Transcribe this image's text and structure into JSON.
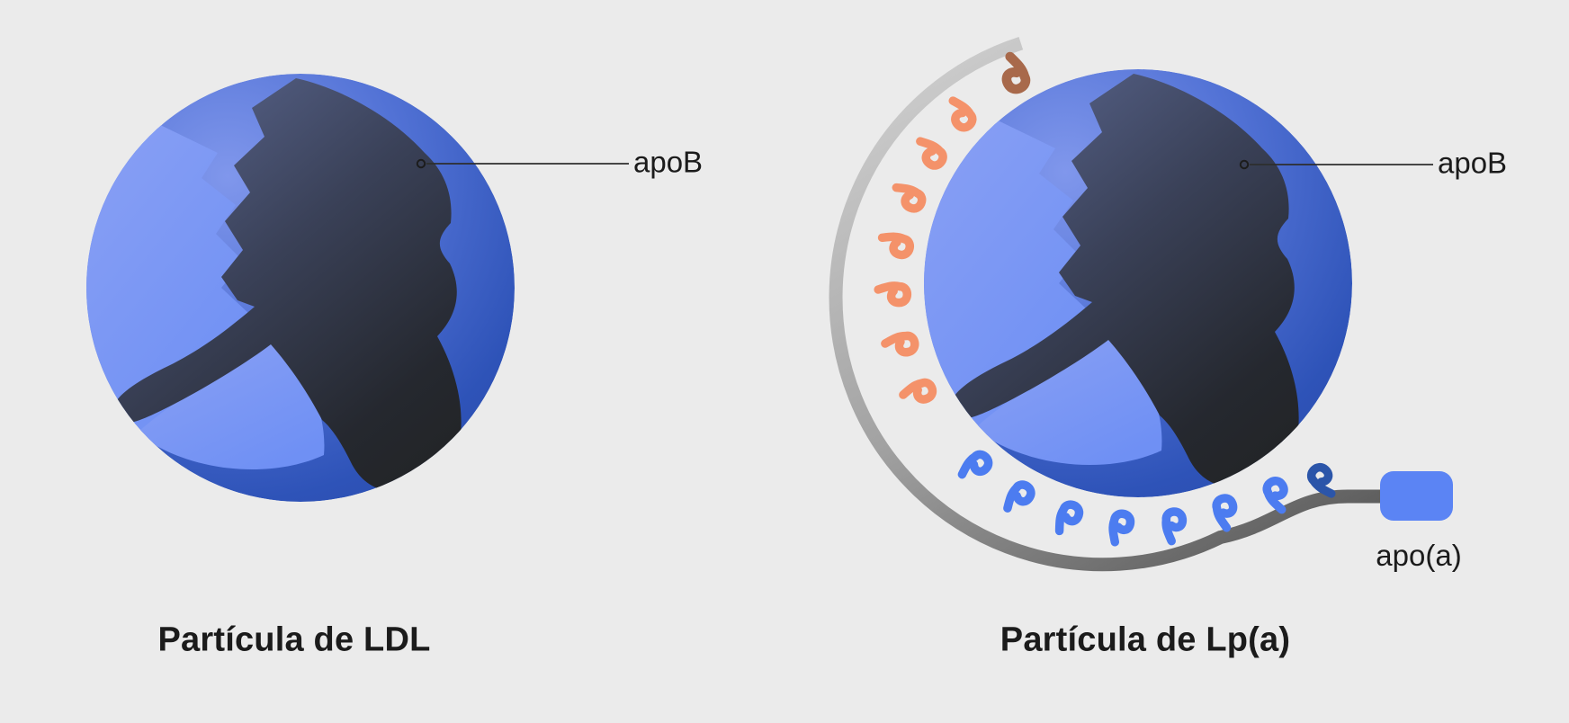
{
  "figure": {
    "description": "Comparison diagram of an LDL particle and a Lp(a) particle",
    "background": "#ebebeb"
  },
  "left_panel": {
    "title": "Partícula de LDL",
    "apob_label": "apoB"
  },
  "right_panel": {
    "title": "Partícula de Lp(a)",
    "apob_label": "apoB",
    "apoa_label": "apo(a)"
  },
  "colors": {
    "sphere_deep_blue": "#2b51b3",
    "sphere_mid_blue": "#4a6bd3",
    "sphere_light_patch": "#7c95f2",
    "apob_protein_dark": "#24272d",
    "apob_protein_slate": "#5a668f",
    "apoa_strand_light_gray": "#cacaca",
    "apoa_strand_dark_gray": "#5c5c5c",
    "kringle_brown": "#a8694b",
    "kringle_orange": "#f4926a",
    "kringle_blue": "#4c7cf0",
    "kringle_dark_blue": "#2b55a9",
    "apoa_box_blue": "#5b84f4",
    "leader_line": "#2e2e2e",
    "text": "#1b1b1b"
  }
}
